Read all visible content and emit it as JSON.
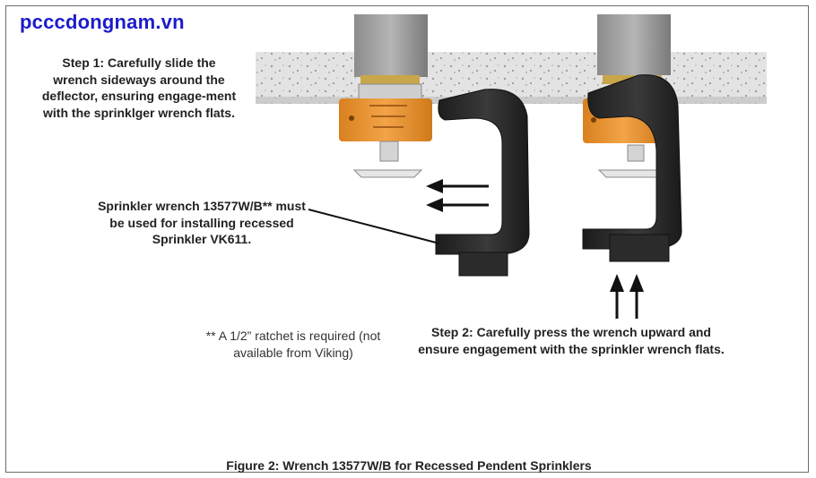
{
  "site_label": "pcccdongnam.vn",
  "step1_text": "Step 1: Carefully slide the wrench sideways around the deflector, ensuring engage-ment with the sprinklger wrench flats.",
  "wrench_note": "Sprinkler wrench 13577W/B** must be used for installing recessed Sprinkler VK611.",
  "ratchet_note": "** A 1/2” ratchet is required (not available from Viking)",
  "step2_text": "Step 2: Carefully press the wrench upward and ensure engagement with the sprinkler wrench flats.",
  "figure_caption": "Figure 2:  Wrench 13577W/B for Recessed Pendent Sprinklers",
  "colors": {
    "wrench": "#2a2a2a",
    "sprinkler_body": "#e8952e",
    "ceiling": "#d8d8d8",
    "pipe": "#9a9a9a",
    "site_label": "#1c1ccc"
  }
}
